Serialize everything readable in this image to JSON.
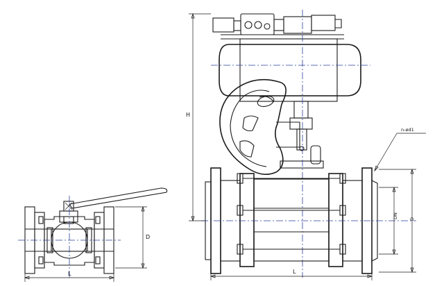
{
  "labels": {
    "overall_height": "H",
    "height_d": "D",
    "length_l": "L",
    "length_lower": "L",
    "bolt_holes": "n-ød1",
    "nominal_diameter": "DN",
    "flange_diameter": "D"
  },
  "colors": {
    "line": "#1a1a1a",
    "centerline": "#2a3f9a"
  }
}
